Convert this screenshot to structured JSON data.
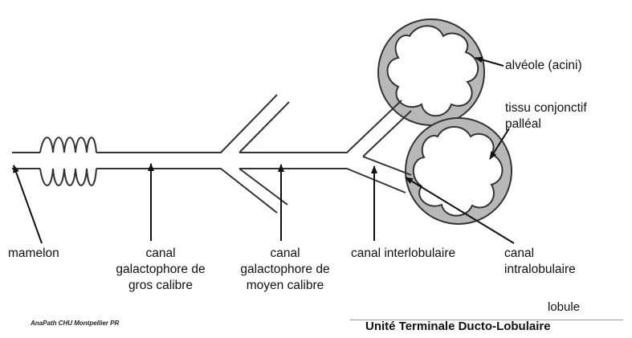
{
  "labels": {
    "mamelon": "mamelon",
    "gros_line1": "canal",
    "gros_line2": "galactophore de",
    "gros_line3": "gros calibre",
    "moyen_line1": "canal",
    "moyen_line2": "galactophore de",
    "moyen_line3": "moyen calibre",
    "interlobulaire": "canal interlobulaire",
    "intra_line1": "canal",
    "intra_line2": "intralobulaire",
    "alveole": "alvéole (acini)",
    "tissu_line1": "tissu conjonctif",
    "tissu_line2": "palléal",
    "lobule": "lobule"
  },
  "title": "Unité Terminale Ducto-Lobulaire",
  "credit": "AnaPath CHU Montpellier PR",
  "colors": {
    "stroke": "#333333",
    "lobule_fill": "#b8b8b8",
    "acini_fill": "#ffffff",
    "rule": "#999999"
  }
}
